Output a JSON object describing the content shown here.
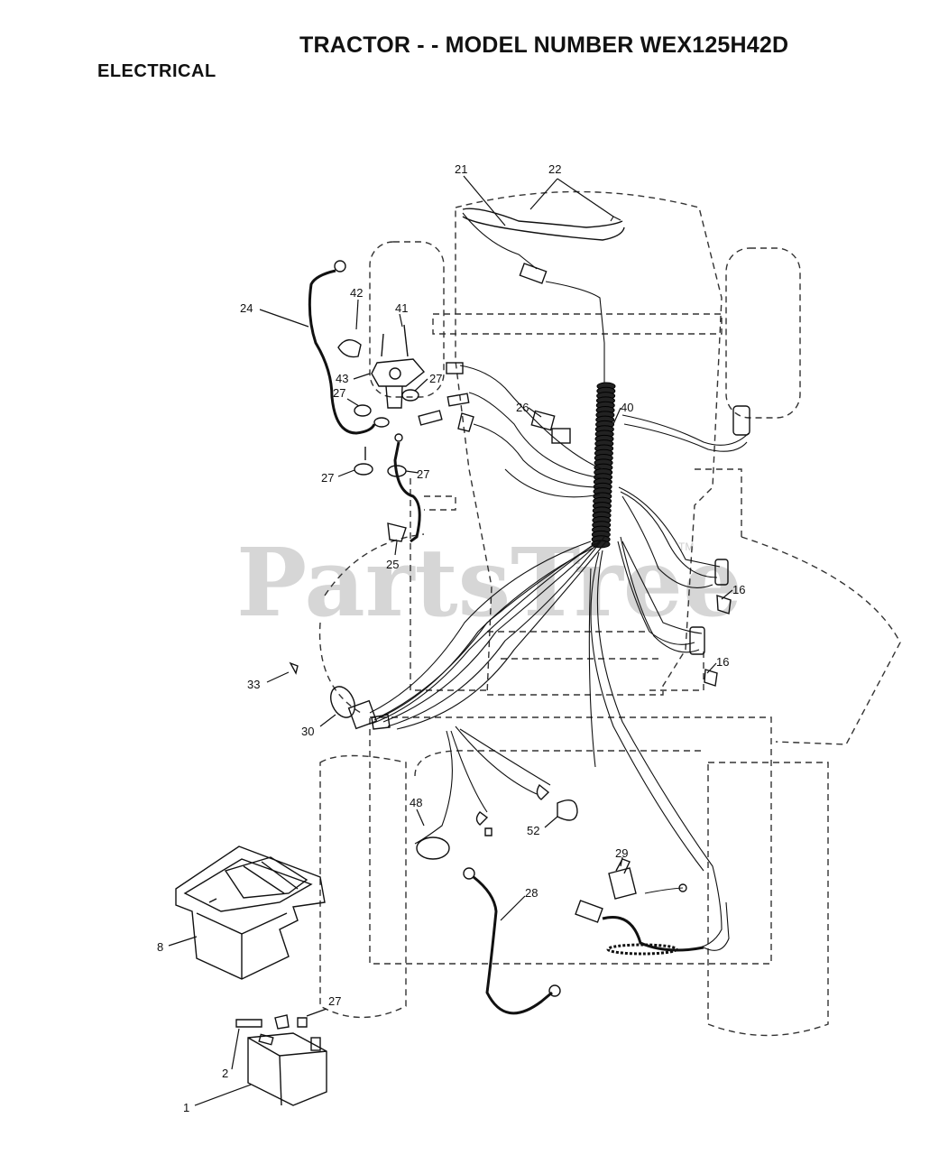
{
  "header": {
    "title": "TRACTOR - - MODEL NUMBER WEX125H42D",
    "section": "ELECTRICAL"
  },
  "watermark": {
    "text": "PartsTree",
    "trademark": "TM"
  },
  "callouts": [
    "21",
    "22",
    "42",
    "41",
    "24",
    "43",
    "27",
    "27",
    "26",
    "40",
    "27",
    "27",
    "25",
    "16",
    "16",
    "33",
    "30",
    "48",
    "52",
    "29",
    "28",
    "8",
    "27",
    "2",
    "1"
  ]
}
